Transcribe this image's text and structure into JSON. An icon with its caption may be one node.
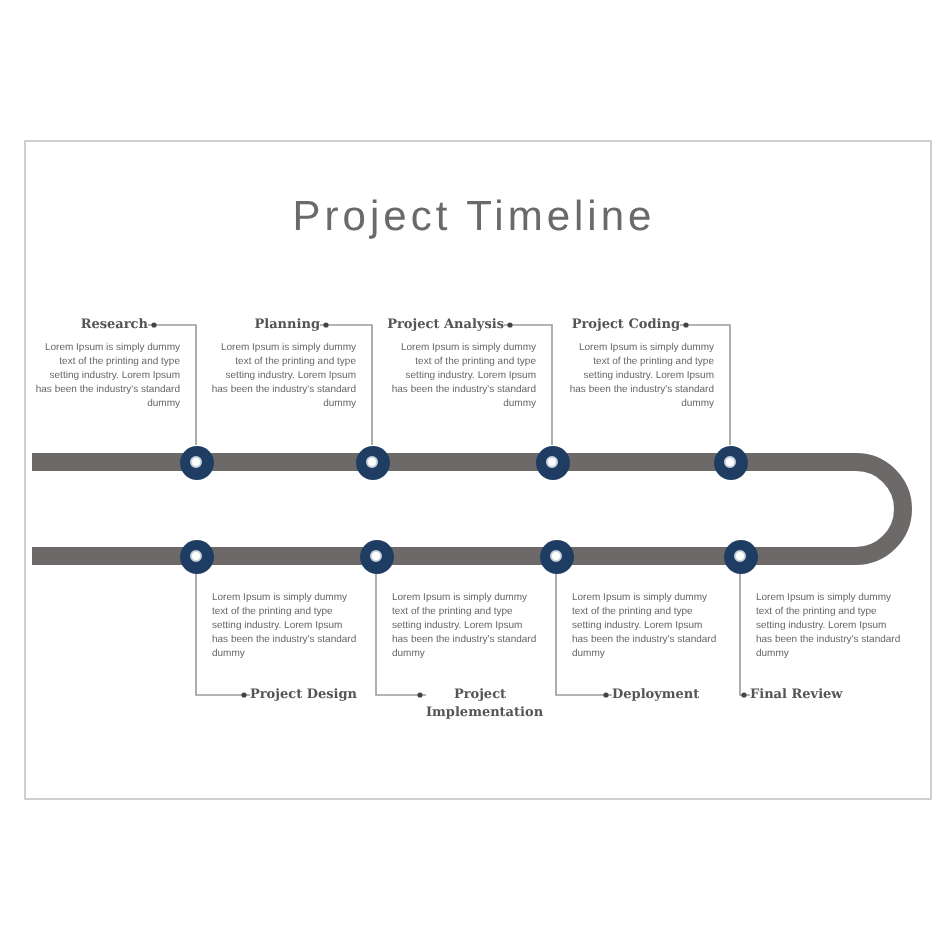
{
  "diagram": {
    "title": "Project Timeline",
    "nodes": [
      {
        "text": [
          "Research"
        ],
        "beside": [
          "Lorem Ipsum is simply dummy text of the printing and type setting industry. Lorem Ipsum has been the industry's standard dummy"
        ]
      },
      {
        "text": [
          "Planning"
        ],
        "beside": [
          "Lorem Ipsum is simply dummy text of the printing and type setting industry. Lorem Ipsum has been the industry's standard dummy"
        ]
      },
      {
        "text": [
          "Project Analysis"
        ],
        "beside": [
          "Lorem Ipsum is simply dummy text of the printing and type setting industry. Lorem Ipsum has been the industry's standard dummy"
        ]
      },
      {
        "text": [
          "Project Coding"
        ],
        "beside": [
          "Lorem Ipsum is simply dummy text of the printing and type setting industry. Lorem Ipsum has been the industry's standard dummy"
        ]
      },
      {
        "text": [
          "Project Design"
        ],
        "beside": [
          "Lorem Ipsum is simply dummy text of the printing and type setting industry. Lorem Ipsum has been the industry's standard dummy"
        ]
      },
      {
        "text": [
          "Project Implementation"
        ],
        "beside": [
          "Lorem Ipsum is simply dummy text of the printing and type setting industry. Lorem Ipsum has been the industry's standard dummy"
        ]
      },
      {
        "text": [
          "Deployment"
        ],
        "beside": [
          "Lorem Ipsum is simply dummy text of the printing and type setting industry. Lorem Ipsum has been the industry's standard dummy"
        ]
      },
      {
        "text": [
          "Final Review"
        ],
        "beside": [
          "Lorem Ipsum is simply dummy text of the printing and type setting industry. Lorem Ipsum has been the industry's standard dummy"
        ]
      },
      {
        "text": [],
        "shape": "circle"
      },
      {
        "text": [],
        "shape": "circle"
      },
      {
        "text": [],
        "shape": "circle"
      },
      {
        "text": [],
        "shape": "circle"
      },
      {
        "text": [],
        "shape": "circle"
      },
      {
        "text": [],
        "shape": "circle"
      },
      {
        "text": [],
        "shape": "circle"
      },
      {
        "text": [],
        "shape": "circle"
      }
    ],
    "edges": [
      {
        "from": 0,
        "to": 8,
        "arrow": "other"
      },
      {
        "from": 1,
        "to": 9,
        "arrow": "other"
      },
      {
        "from": 2,
        "to": 10,
        "arrow": "other"
      },
      {
        "from": 3,
        "to": 11,
        "arrow": "other"
      },
      {
        "from": 4,
        "to": 12,
        "arrow": "other"
      },
      {
        "from": 5,
        "to": 13,
        "arrow": "other"
      },
      {
        "from": 6,
        "to": 14,
        "arrow": "other"
      },
      {
        "from": 7,
        "to": 15,
        "arrow": "other"
      }
    ]
  }
}
